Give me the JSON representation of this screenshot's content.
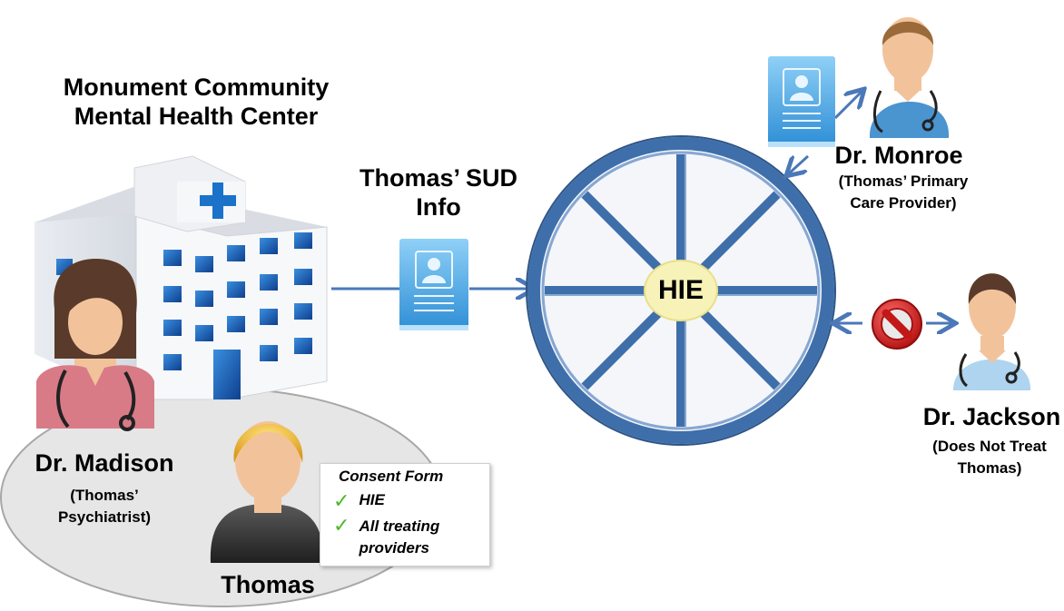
{
  "labels": {
    "center_name_line1": "Monument Community",
    "center_name_line2": "Mental Health Center",
    "sud_info_line1": "Thomas’ SUD",
    "sud_info_line2": "Info",
    "hie": "HIE",
    "monroe_name": "Dr. Monroe",
    "monroe_role_line1": "(Thomas’ Primary",
    "monroe_role_line2": "Care Provider)",
    "jackson_name": "Dr. Jackson",
    "jackson_role_line1": "(Does Not Treat",
    "jackson_role_line2": "Thomas)",
    "madison_name": "Dr. Madison",
    "madison_role_line1": "(Thomas’",
    "madison_role_line2": "Psychiatrist)",
    "patient_name": "Thomas"
  },
  "consent_form": {
    "title": "Consent Form",
    "items": [
      "HIE",
      "All treating",
      "providers"
    ]
  },
  "colors": {
    "hie_wheel": "#3f6faa",
    "arrow": "#4a78b8",
    "document": "#5aaee6",
    "check": "#4cb82a",
    "blocked": "#cc1f1f"
  },
  "icons": [
    "hospital-icon",
    "document-icon",
    "doctor-icon",
    "patient-icon",
    "no-entry-icon",
    "checkmark-icon"
  ]
}
